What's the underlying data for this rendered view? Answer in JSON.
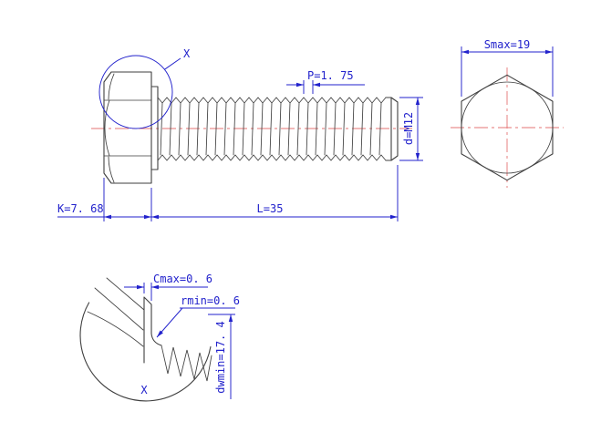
{
  "drawing": {
    "colors": {
      "outline": "#3f3f3f",
      "dimension": "#2222cc",
      "centerline": "#e57373"
    },
    "main_view": {
      "callout_label": "X",
      "dims": {
        "pitch": "P=1. 75",
        "diameter": "d=M12",
        "head_height": "K=7. 68",
        "length": "L=35"
      }
    },
    "end_view": {
      "dims": {
        "across_flats": "Smax=19"
      }
    },
    "detail_view": {
      "label": "X",
      "dims": {
        "chamfer": "Cmax=0. 6",
        "fillet_radius": "rmin=0. 6",
        "washer_face_diameter": "dwmin=17. 4"
      }
    }
  }
}
